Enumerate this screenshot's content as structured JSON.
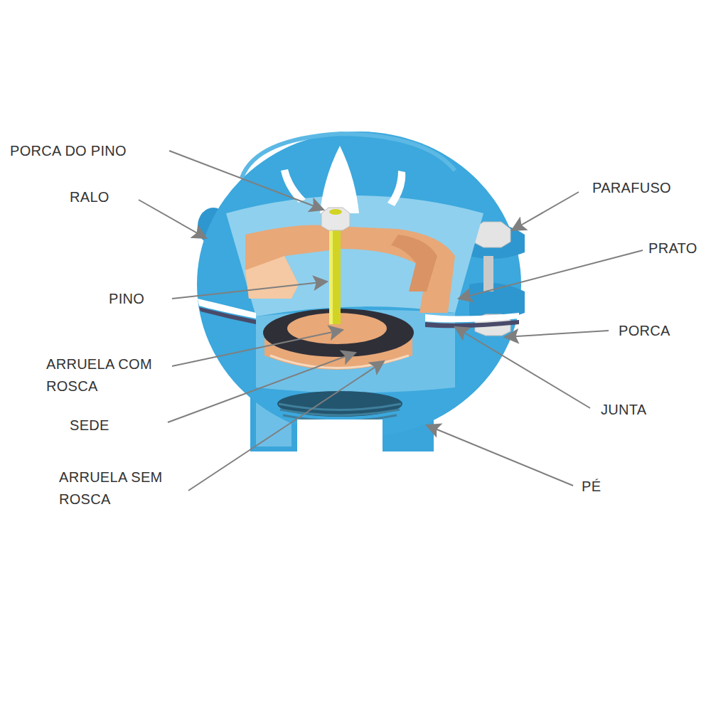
{
  "diagram": {
    "labels": [
      "PORCA DO PINO",
      "RALO",
      "PINO",
      "ARRUELA COM ROSCA",
      "SEDE",
      "ARRUELA SEM ROSCA",
      "PARAFUSO",
      "PRATO",
      "PORCA",
      "JUNTA",
      "PÉ"
    ]
  }
}
